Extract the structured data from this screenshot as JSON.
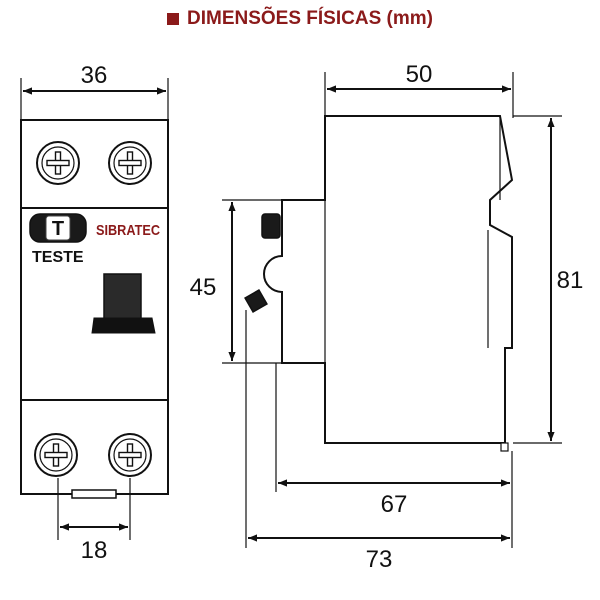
{
  "title": "DIMENSÕES FÍSICAS (mm)",
  "colors": {
    "accent": "#8b1a1a",
    "line": "#111111",
    "gray": "#bdbdbd"
  },
  "front": {
    "brand": "SIBRATEC",
    "test_button_letter": "T",
    "test_label": "TESTE",
    "width": "36",
    "terminal_spacing": "18"
  },
  "side": {
    "depth": "50",
    "height": "81",
    "rail_height": "45",
    "width_67": "67",
    "width_73": "73"
  }
}
